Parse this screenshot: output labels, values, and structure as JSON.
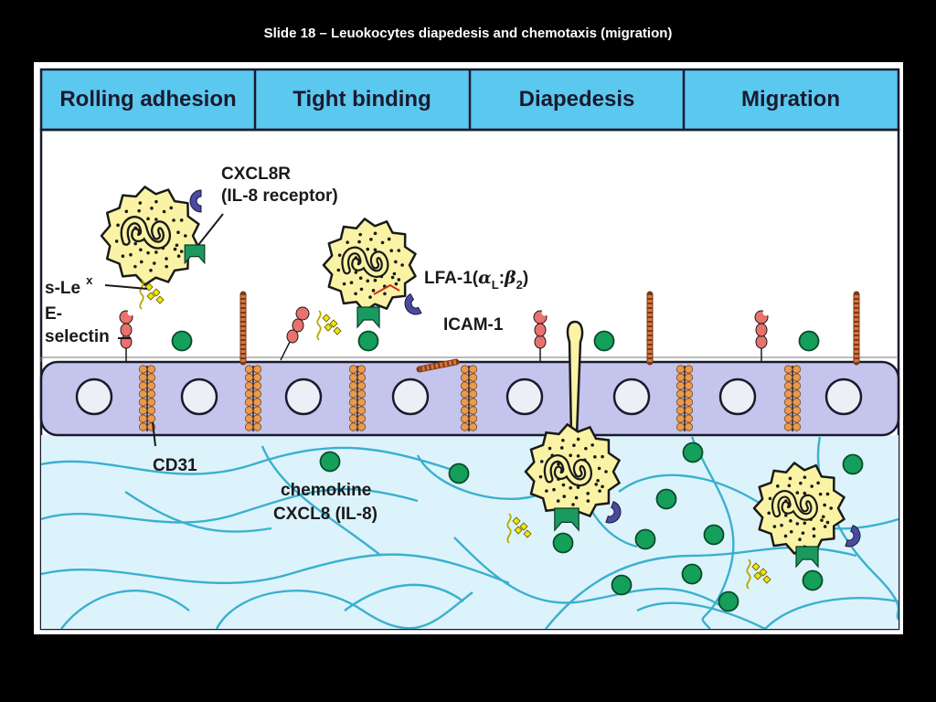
{
  "slide": {
    "title": "Slide 18 – Leuokocytes diapedesis and chemotaxis (migration)"
  },
  "stages": [
    "Rolling adhesion",
    "Tight binding",
    "Diapedesis",
    "Migration"
  ],
  "labels": {
    "receptor_line1": "CXCL8R",
    "receptor_line2": "(IL-8 receptor)",
    "slex": "s-Le",
    "slex_sup": "x",
    "selectin_line1": "E-",
    "selectin_line2": "selectin",
    "lfa_prefix": "LFA-1(",
    "lfa_alpha": "α",
    "lfa_alpha_sub": "L",
    "lfa_colon": ":",
    "lfa_beta": "β",
    "lfa_beta_sub": "2",
    "lfa_suffix": ")",
    "icam": "ICAM-1",
    "cd31": "CD31",
    "chemokine_line1": "chemokine",
    "chemokine_line2": "CXCL8 (IL-8)"
  },
  "colors": {
    "header": "#5bc8f0",
    "endothelium": "#c4c4ec",
    "tissue": "#ddf3fb",
    "fibers": "#3bb0cf",
    "leukocyte": "#faf3a5",
    "chemokine": "#14a05a",
    "receptor_green": "#1b9a60",
    "lfa_purple": "#4a4a9e",
    "junction": "#e99a50",
    "selectin": "#e9716e"
  }
}
